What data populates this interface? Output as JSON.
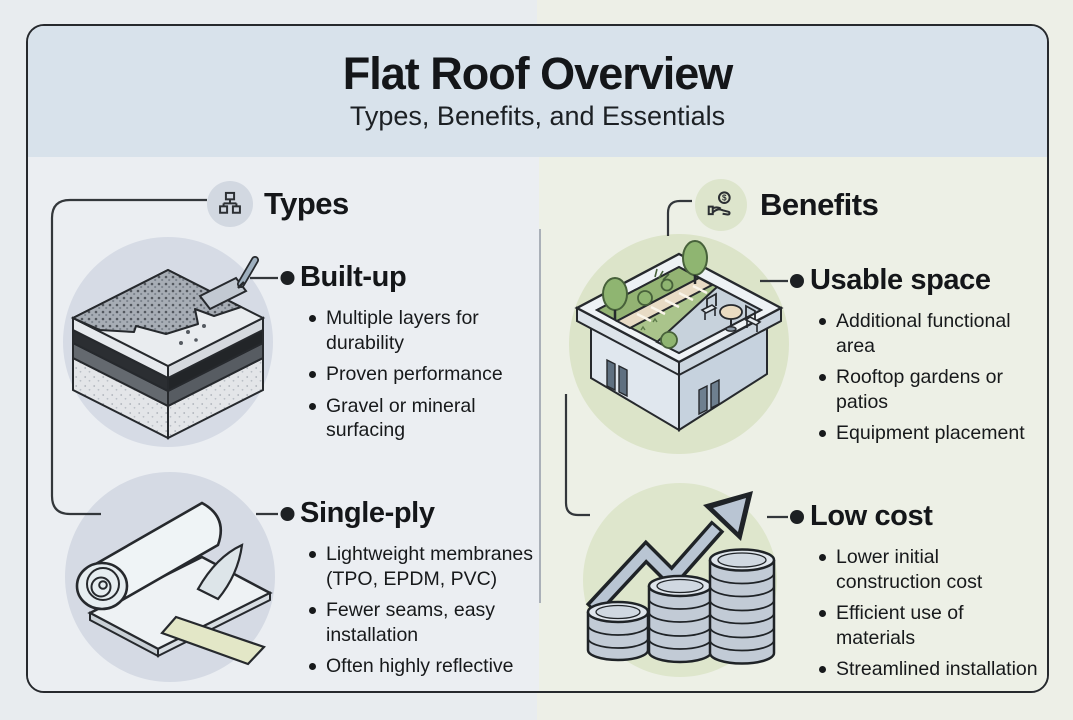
{
  "header": {
    "title": "Flat Roof Overview",
    "subtitle": "Types, Benefits, and Essentials"
  },
  "sections": [
    {
      "label": "Types",
      "icon": "hierarchy-icon",
      "items": [
        {
          "title": "Built-up",
          "illustration": "built-up-roof-layers",
          "bullets": [
            "Multiple layers for durability",
            "Proven performance",
            "Gravel or mineral surfacing"
          ]
        },
        {
          "title": "Single-ply",
          "illustration": "membrane-roll",
          "bullets": [
            "Lightweight membranes (TPO, EPDM, PVC)",
            "Fewer seams, easy installation",
            "Often highly reflective"
          ]
        }
      ]
    },
    {
      "label": "Benefits",
      "icon": "hand-coin-icon",
      "items": [
        {
          "title": "Usable space",
          "illustration": "rooftop-garden",
          "bullets": [
            "Additional functional area",
            "Rooftop gardens or patios",
            "Equipment placement"
          ]
        },
        {
          "title": "Low cost",
          "illustration": "coins-growth-arrow",
          "bullets": [
            "Lower initial construction cost",
            "Efficient use of materials",
            "Streamlined installation"
          ]
        }
      ]
    }
  ],
  "colors": {
    "card_border": "#26292d",
    "header_bg": "#d8e2eb",
    "left_panel_bg": "#ebeef2",
    "right_panel_bg": "#edf0e6",
    "outer_left_bg": "#e8ecef",
    "outer_right_bg": "#edefe7",
    "circle_blue": "#d6dbe5",
    "circle_green": "#dce4c9",
    "text": "#17191b",
    "connector": "#33373b"
  }
}
